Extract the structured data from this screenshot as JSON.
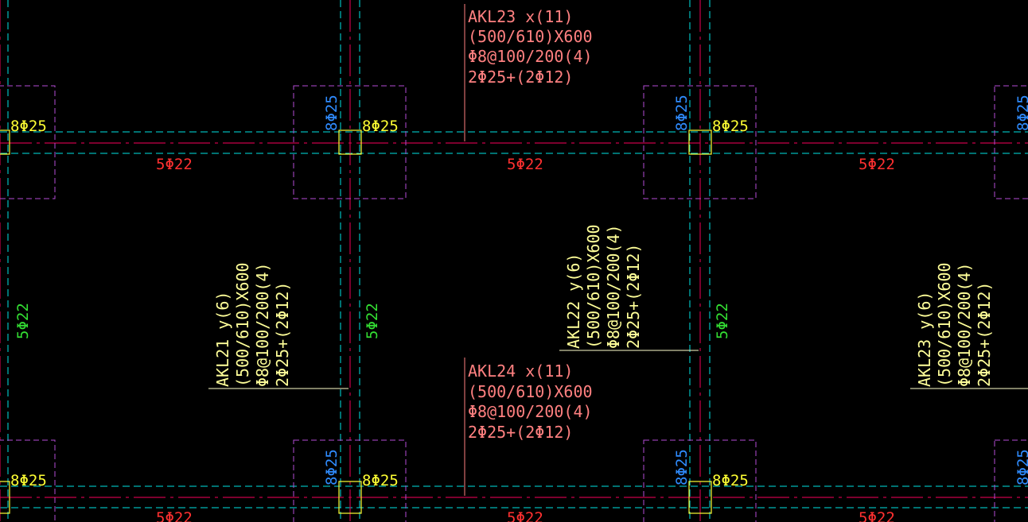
{
  "colors": {
    "background": "#000000",
    "axis_cyan": "#00e5e5",
    "beam_red": "#c8004a",
    "column_yellow": "#ffff33",
    "column_box_magenta": "#b44cd6",
    "beam_text_pink": "#ff8080",
    "beam_text_yellow": "#ffff99",
    "bottom_bars_red": "#ff3030",
    "col_rebar_blue": "#2f8cff",
    "col_main_yellow": "#ffff33",
    "side_bars_green": "#33dd33",
    "leader_white": "#ffffcc"
  },
  "labels": {
    "col_main": "8Φ25",
    "col_side_blue": "8Φ25",
    "beam_bottom_h": "5Φ22",
    "beam_bottom_v": "5Φ22"
  },
  "beams_h": [
    {
      "lines": [
        "AKL23 x(11)",
        "(500/610)X600",
        "Φ8@100/200(4)",
        "2Φ25+(2Φ12)"
      ]
    },
    {
      "lines": [
        "AKL24 x(11)",
        "(500/610)X600",
        "Φ8@100/200(4)",
        "2Φ25+(2Φ12)"
      ]
    }
  ],
  "beams_v": [
    {
      "lines": [
        "AKL21 y(6)",
        "(500/610)X600",
        "Φ8@100/200(4)",
        "2Φ25+(2Φ12)"
      ]
    },
    {
      "lines": [
        "AKL22 y(6)",
        "(500/610)X600",
        "Φ8@100/200(4)",
        "2Φ25+(2Φ12)"
      ]
    },
    {
      "lines": [
        "AKL23 y(6)",
        "(500/610)X600",
        "Φ8@100/200(4)",
        "2Φ25+(2Φ12)"
      ]
    }
  ]
}
